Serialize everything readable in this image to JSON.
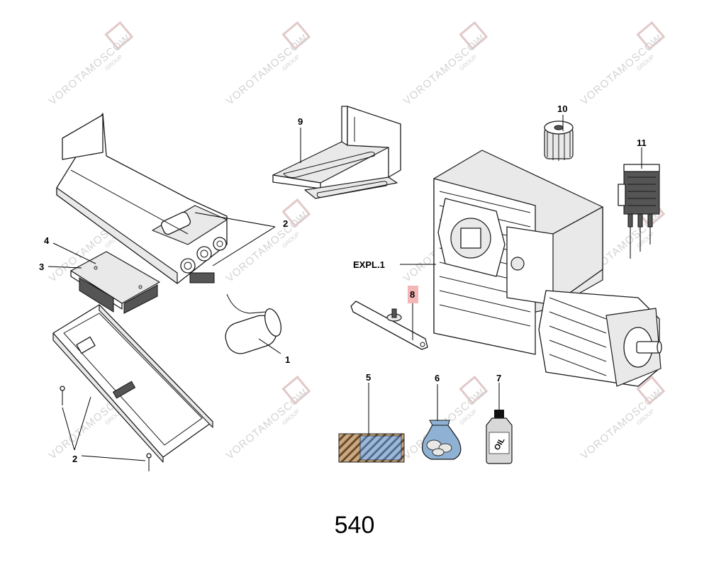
{
  "labels": {
    "l1": "1",
    "l2a": "2",
    "l2b": "2",
    "l3": "3",
    "l4": "4",
    "l5": "5",
    "l6": "6",
    "l7": "7",
    "l8": "8",
    "l9": "9",
    "l10": "10",
    "l11": "11",
    "expl": "EXPL.1"
  },
  "oil_label": "OIL",
  "page_number": "540",
  "watermark": {
    "name": "VOROTAMOSCOW",
    "sub": "GROUP"
  },
  "colors": {
    "highlight": "#f4b6b6",
    "watermark": "#d3d3d3",
    "mesh_blue": "#7a9cc0",
    "mesh_brown": "#8a6a4a"
  }
}
